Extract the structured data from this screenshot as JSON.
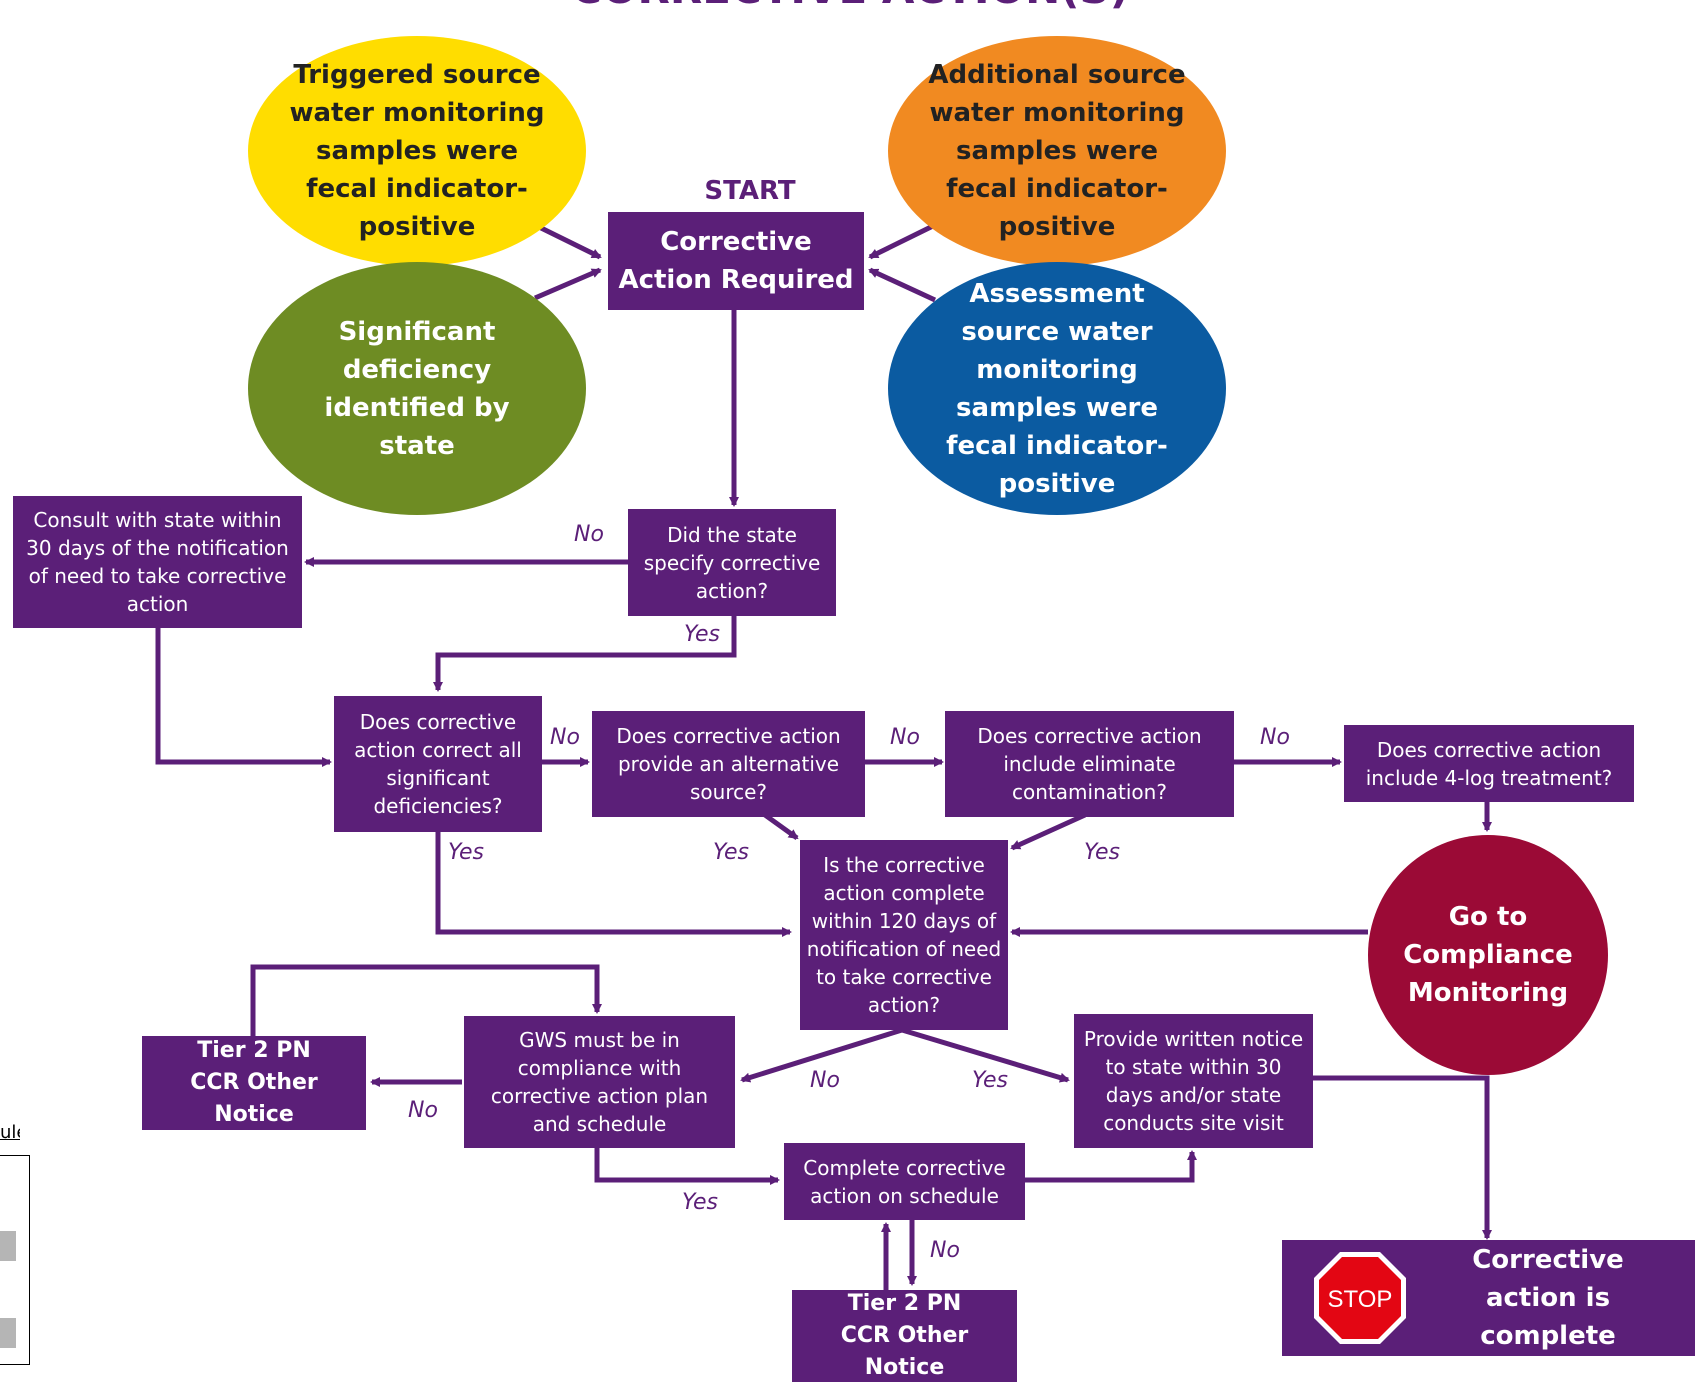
{
  "title": "CORRECTIVE ACTION(S)",
  "start_label": "START",
  "triggers": {
    "triggered": "Triggered source water monitoring samples were fecal indicator-positive",
    "additional": "Additional source water monitoring samples were fecal indicator-positive",
    "significant": "Significant deficiency identified by state",
    "assessment": "Assessment source water monitoring samples were fecal indicator-positive"
  },
  "colors": {
    "purple": "#5b1f78",
    "yellow": "#ffdd00",
    "orange": "#f18a21",
    "green": "#6e8c23",
    "blue": "#0b5ba1",
    "crimson": "#9b0a36",
    "stop_red": "#e30613"
  },
  "boxes": {
    "required": "Corrective Action Required",
    "did_state": "Did the state specify corrective action?",
    "consult": "Consult with state within 30 days of the notification of need to take corrective action",
    "correct_all": "Does corrective action correct all significant deficiencies?",
    "alternative": "Does corrective action provide an alternative source?",
    "eliminate": "Does corrective action include eliminate contamination?",
    "fourlog": "Does corrective action include 4-log treatment?",
    "complete120": "Is the corrective action complete within 120 days of notification of need to take corrective action?",
    "compliance_monitoring": "Go to Compliance Monitoring",
    "gws": "GWS must be in compliance with corrective action plan and schedule",
    "tier2_left_line1": "Tier 2 PN",
    "tier2_left_line2": "CCR Other Notice",
    "provide_notice": "Provide written notice to state within 30 days and/or state conducts site visit",
    "complete_schedule": "Complete corrective action on schedule",
    "tier2_bottom_line1": "Tier 2 PN",
    "tier2_bottom_line2": "CCR Other Notice",
    "stop_sign": "STOP",
    "done": "Corrective action is complete"
  },
  "labels": {
    "no": "No",
    "yes": "Yes"
  },
  "legend": {
    "partial_text": "ule"
  }
}
